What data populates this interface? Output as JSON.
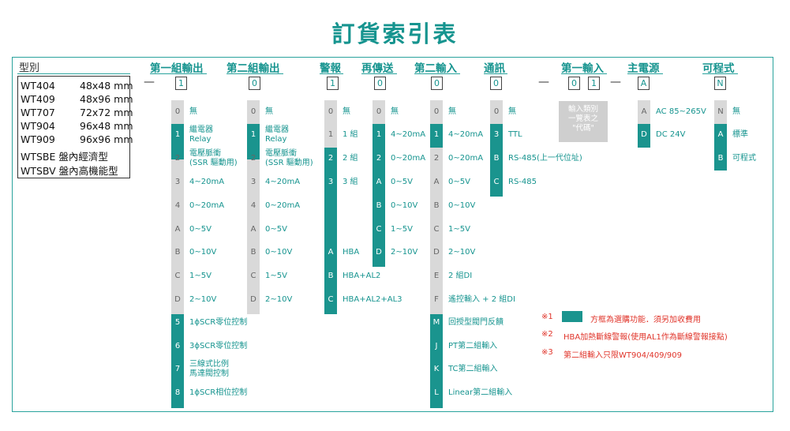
{
  "title": "訂貨索引表",
  "headers": {
    "model": "型別",
    "out1": "第一組輸出",
    "out2": "第二組輸出",
    "alarm": "警報",
    "retrans": "再傳送",
    "in2": "第二輸入",
    "comm": "通訊",
    "in1": "第一輸入",
    "power": "主電源",
    "prog": "可程式"
  },
  "code_boxes": [
    "1",
    "0",
    "1",
    "0",
    "0",
    "0",
    "0",
    "1",
    "A",
    "N"
  ],
  "dash": "—",
  "models": [
    {
      "name": "WT404",
      "size": "48x48 mm"
    },
    {
      "name": "WT409",
      "size": "48x96 mm"
    },
    {
      "name": "WT707",
      "size": "72x72 mm"
    },
    {
      "name": "WT904",
      "size": "96x48 mm"
    },
    {
      "name": "WT909",
      "size": "96x96 mm"
    },
    {
      "name": "WTSBE 盤內經濟型",
      "size": ""
    },
    {
      "name": "WTSBV 盤內高機能型",
      "size": ""
    }
  ],
  "out1_options": [
    {
      "code": "0",
      "label": "無"
    },
    {
      "code": "1",
      "label": "繼電器\nRelay"
    },
    {
      "code": "2",
      "label": "電壓脈衝\n(SSR 驅動用)"
    },
    {
      "code": "3",
      "label": "4~20mA"
    },
    {
      "code": "4",
      "label": "0~20mA"
    },
    {
      "code": "A",
      "label": "0~5V"
    },
    {
      "code": "B",
      "label": "0~10V"
    },
    {
      "code": "C",
      "label": "1~5V"
    },
    {
      "code": "D",
      "label": "2~10V"
    },
    {
      "code": "5",
      "label": "1ϕSCR零位控制"
    },
    {
      "code": "6",
      "label": "3ϕSCR零位控制"
    },
    {
      "code": "7",
      "label": "三線式比例\n馬達閥控制"
    },
    {
      "code": "8",
      "label": "1ϕSCR相位控制"
    }
  ],
  "out2_options": [
    {
      "code": "0",
      "label": "無"
    },
    {
      "code": "1",
      "label": "繼電器\nRelay"
    },
    {
      "code": "2",
      "label": "電壓脈衝\n(SSR 驅動用)"
    },
    {
      "code": "3",
      "label": "4~20mA"
    },
    {
      "code": "4",
      "label": "0~20mA"
    },
    {
      "code": "A",
      "label": "0~5V"
    },
    {
      "code": "B",
      "label": "0~10V"
    },
    {
      "code": "C",
      "label": "1~5V"
    },
    {
      "code": "D",
      "label": "2~10V"
    }
  ],
  "alarm_options": [
    {
      "code": "0",
      "label": "無"
    },
    {
      "code": "1",
      "label": "1 組"
    },
    {
      "code": "2",
      "label": "2 組"
    },
    {
      "code": "3",
      "label": "3 組"
    },
    {
      "code": "A",
      "label": "HBA"
    },
    {
      "code": "B",
      "label": "HBA+AL2"
    },
    {
      "code": "C",
      "label": "HBA+AL2+AL3"
    }
  ],
  "retrans_options": [
    {
      "code": "0",
      "label": "無"
    },
    {
      "code": "1",
      "label": "4~20mA"
    },
    {
      "code": "2",
      "label": "0~20mA"
    },
    {
      "code": "A",
      "label": "0~5V"
    },
    {
      "code": "B",
      "label": "0~10V"
    },
    {
      "code": "C",
      "label": "1~5V"
    },
    {
      "code": "D",
      "label": "2~10V"
    }
  ],
  "in2_options": [
    {
      "code": "0",
      "label": "無"
    },
    {
      "code": "1",
      "label": "4~20mA"
    },
    {
      "code": "2",
      "label": "0~20mA"
    },
    {
      "code": "A",
      "label": "0~5V"
    },
    {
      "code": "B",
      "label": "0~10V"
    },
    {
      "code": "C",
      "label": "1~5V"
    },
    {
      "code": "D",
      "label": "2~10V"
    },
    {
      "code": "E",
      "label": "2 組DI"
    },
    {
      "code": "F",
      "label": "遙控輸入 + 2 組DI"
    },
    {
      "code": "M",
      "label": "回授型閥門反饋"
    },
    {
      "code": "J",
      "label": "PT第二組輸入"
    },
    {
      "code": "K",
      "label": "TC第二組輸入"
    },
    {
      "code": "L",
      "label": "Linear第二組輸入"
    }
  ],
  "comm_options": [
    {
      "code": "0",
      "label": "無"
    },
    {
      "code": "3",
      "label": "TTL"
    },
    {
      "code": "B",
      "label": "RS-485(上一代位址)"
    },
    {
      "code": "C",
      "label": "RS-485"
    }
  ],
  "in1_note": "輸入類別\n一覽表之\n\"代碼\"",
  "power_options": [
    {
      "code": "A",
      "label": "AC 85~265V"
    },
    {
      "code": "D",
      "label": "DC 24V"
    }
  ],
  "prog_options": [
    {
      "code": "N",
      "label": "無"
    },
    {
      "code": "A",
      "label": "標準"
    },
    {
      "code": "B",
      "label": "可程式"
    }
  ],
  "notes": [
    {
      "mark": "※1",
      "text": "方框為選購功能．須另加收費用"
    },
    {
      "mark": "※2",
      "text": "HBA加熱斷線警報(使用AL1作為斷線警報接點)"
    },
    {
      "mark": "※3",
      "text": "第二組輸入只限WT904/409/909"
    }
  ],
  "colors": {
    "accent": "#16948f",
    "option_teal": "#1a948e",
    "option_grey": "#d9d9d9",
    "note_red": "#e0342a"
  }
}
